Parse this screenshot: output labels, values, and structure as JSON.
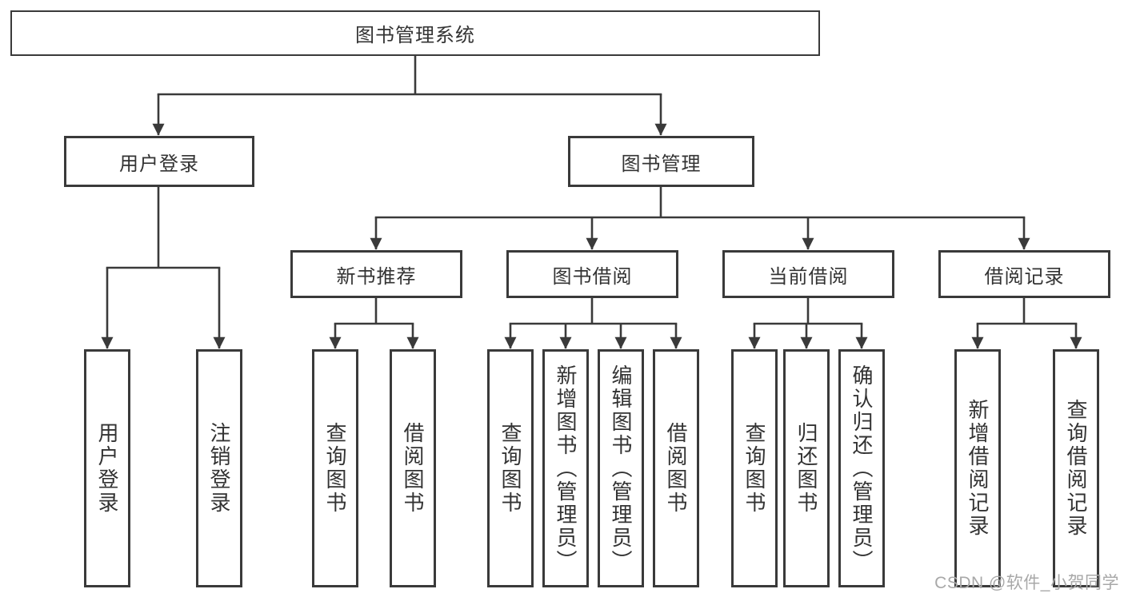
{
  "diagram": {
    "root": {
      "label": "图书管理系统"
    },
    "branches": [
      {
        "label": "用户登录",
        "children": [
          "用户登录",
          "注销登录"
        ]
      },
      {
        "label": "图书管理",
        "sections": [
          {
            "label": "新书推荐",
            "children": [
              "查询图书",
              "借阅图书"
            ]
          },
          {
            "label": "图书借阅",
            "children": [
              "查询图书",
              "新增图书（管理员）",
              "编辑图书（管理员）",
              "借阅图书"
            ]
          },
          {
            "label": "当前借阅",
            "children": [
              "查询图书",
              "归还图书",
              "确认归还（管理员）"
            ]
          },
          {
            "label": "借阅记录",
            "children": [
              "新增借阅记录",
              "查询借阅记录"
            ]
          }
        ]
      }
    ]
  },
  "watermark": {
    "text": "CSDN @软件_小贺同学"
  },
  "colors": {
    "background": "#ffffff",
    "line": "#3a3a3a",
    "box_border": "#3a3a3a",
    "text": "#333333",
    "watermark": "#a8a8a8"
  }
}
